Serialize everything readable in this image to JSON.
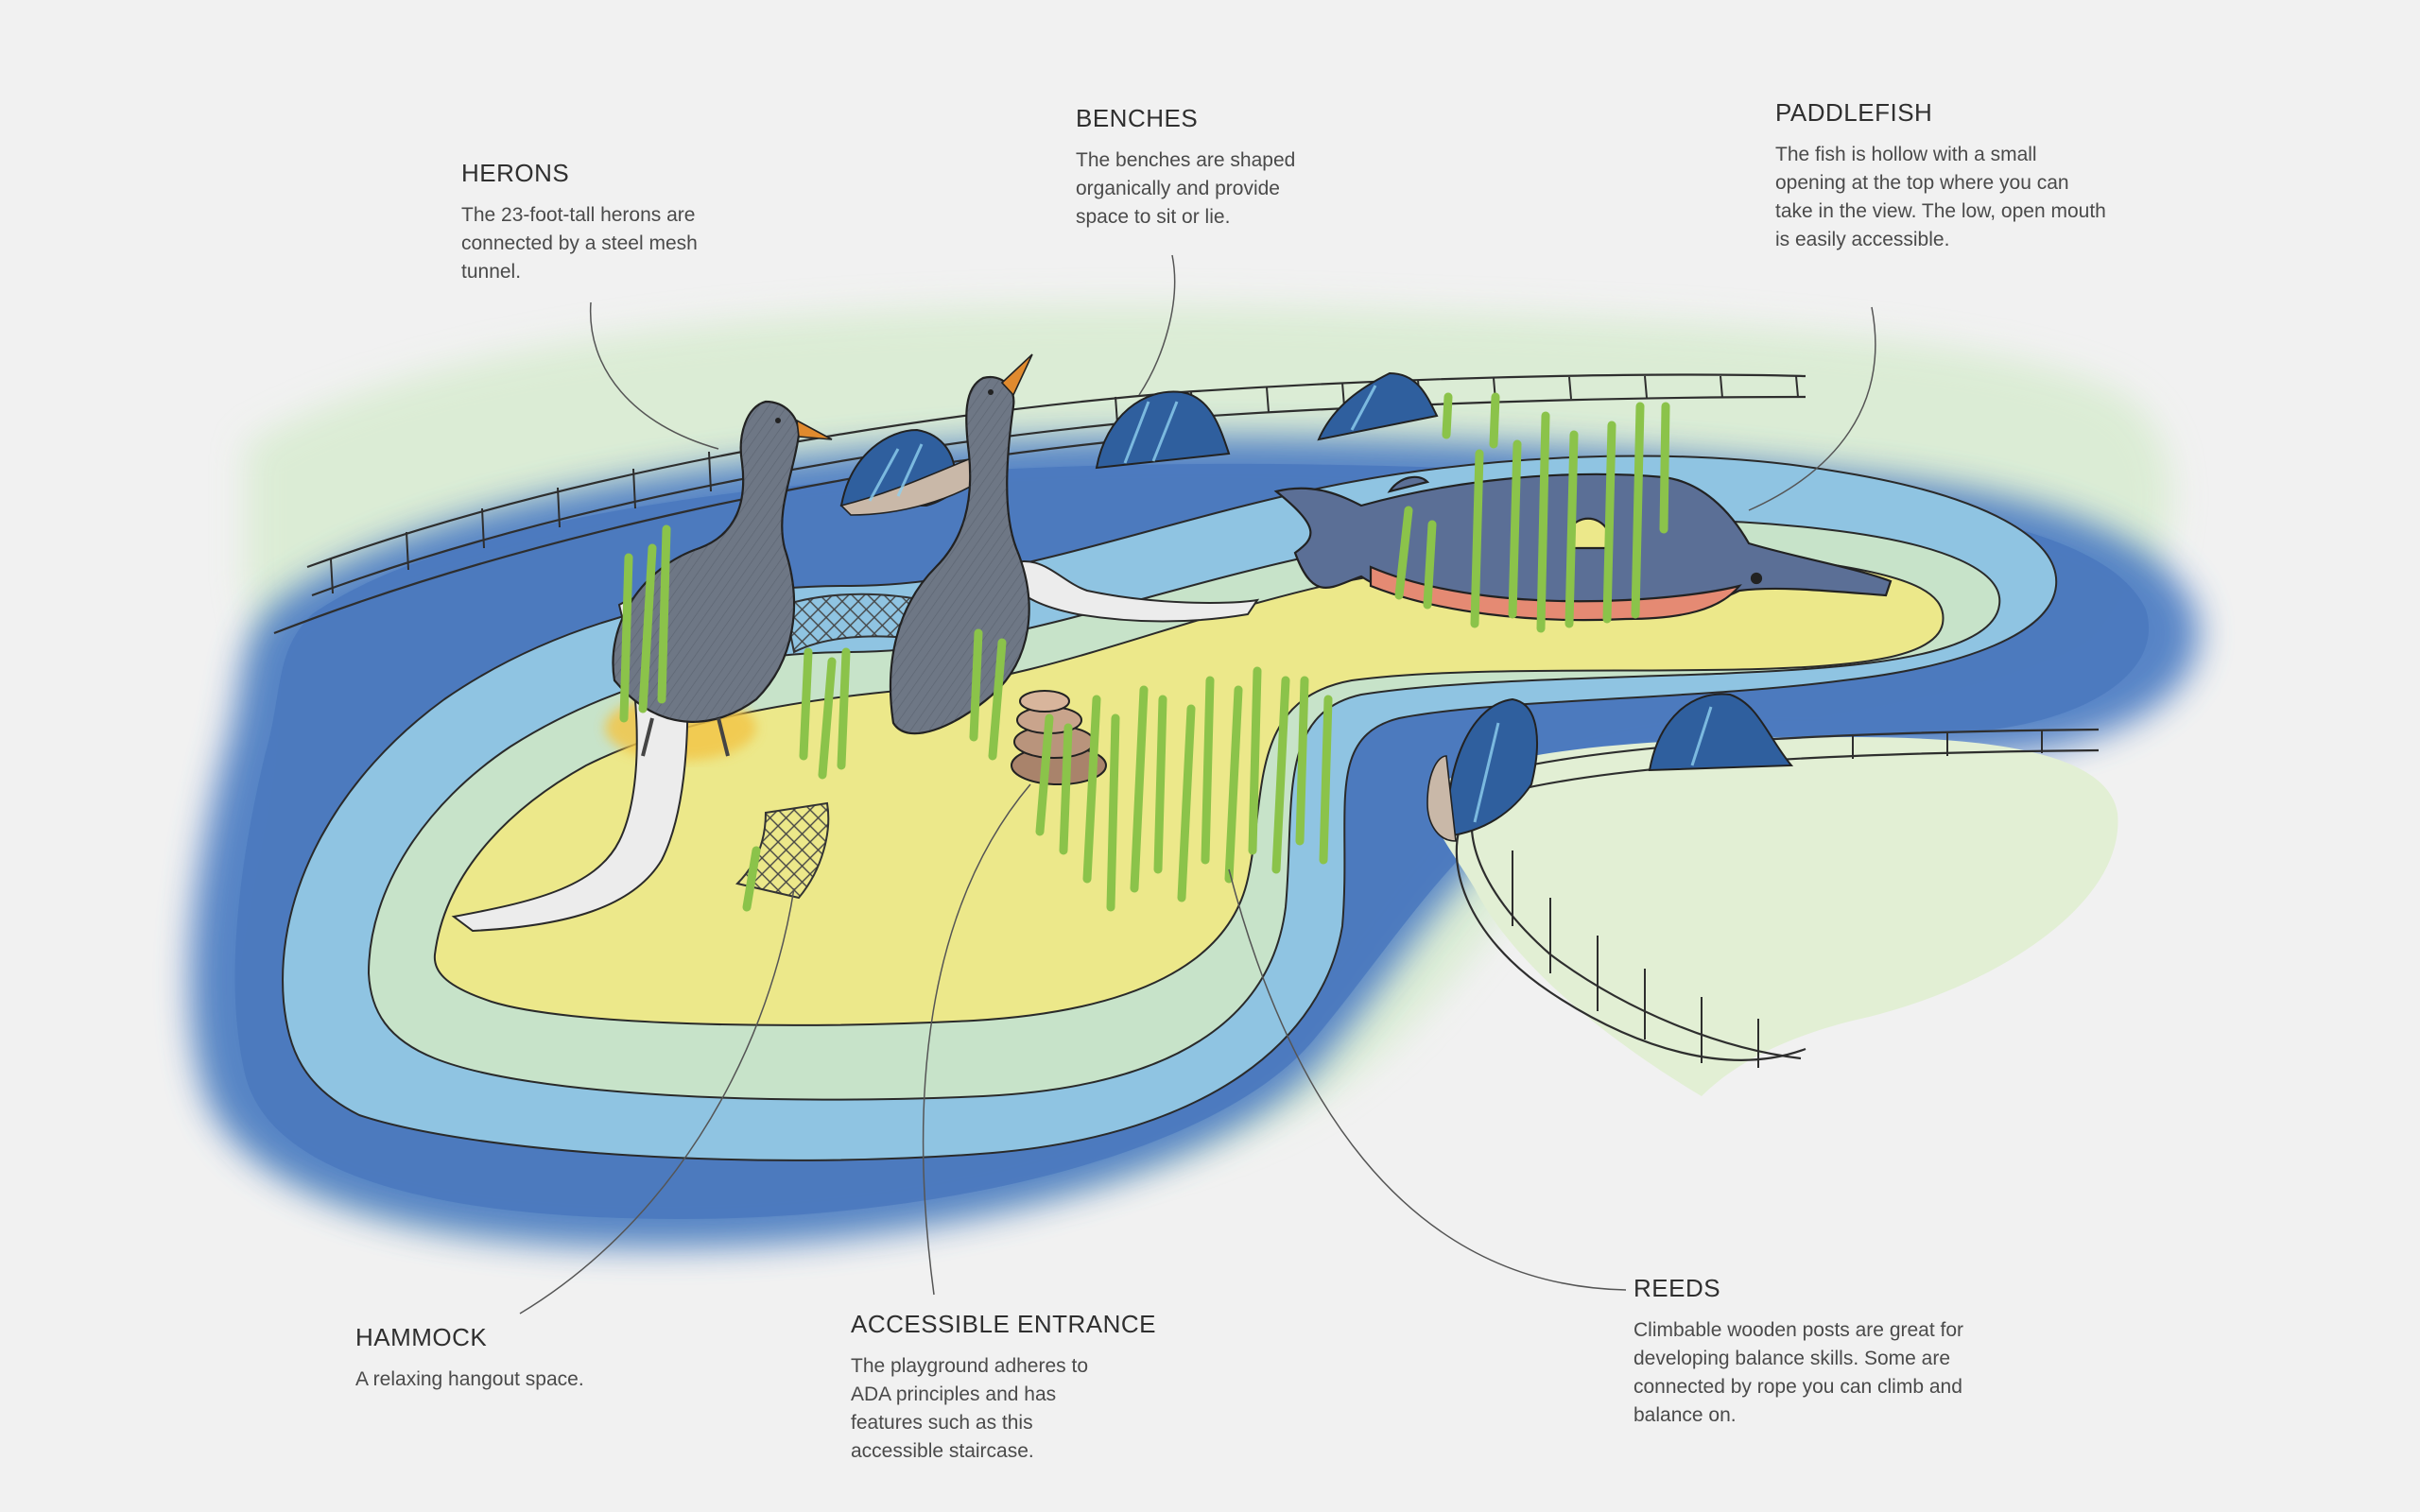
{
  "callouts": {
    "herons": {
      "title": "HERONS",
      "description": "The 23-foot-tall herons are connected by a steel mesh tunnel."
    },
    "benches": {
      "title": "BENCHES",
      "description": "The benches are shaped organically and provide space to sit or lie."
    },
    "paddlefish": {
      "title": "PADDLEFISH",
      "description": "The fish is hollow with a small opening at the top where you can take in the view. The low, open mouth is easily accessible."
    },
    "hammock": {
      "title": "HAMMOCK",
      "description": "A relaxing hangout space."
    },
    "accessible_entrance": {
      "title": "ACCESSIBLE ENTRANCE",
      "description": "The playground adheres to ADA principles and has features such as this accessible staircase."
    },
    "reeds": {
      "title": "REEDS",
      "description": "Climbable wooden posts are great for developing balance skills. Some are connected by rope you can climb and balance on."
    }
  },
  "colors": {
    "background": "#f1f1f1",
    "water_deep": "#4f7fc4",
    "water_shallow": "#8fc4e2",
    "shore": "#c7e3c9",
    "sand": "#ece88a",
    "heron": "#6e7785",
    "beak": "#e08a2e",
    "slide": "#ececec",
    "reed": "#8bc34a",
    "bench": "#2f5f9e",
    "fish_body": "#5b6f96",
    "fish_belly": "#e58a73"
  }
}
